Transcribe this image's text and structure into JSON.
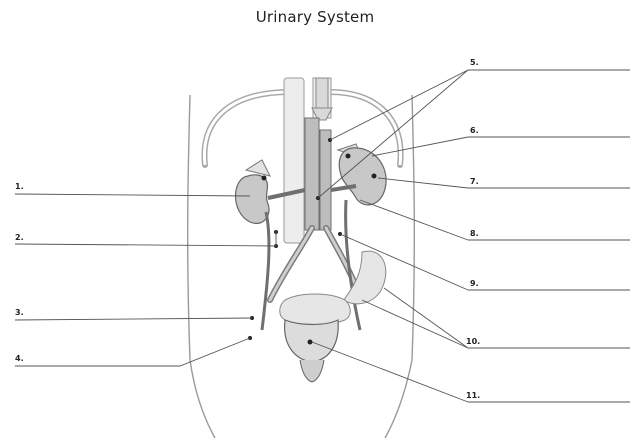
{
  "title": "Urinary System",
  "labels": {
    "n1": "1.",
    "n2": "2.",
    "n3": "3.",
    "n4": "4.",
    "n5": "5.",
    "n6": "6.",
    "n7": "7.",
    "n8": "8.",
    "n9": "9.",
    "n10": "10.",
    "n11": "11."
  },
  "footer": "",
  "colors": {
    "line": "#555555",
    "kidney": "#c8c8c8",
    "body_outline": "#9a9a9a",
    "vessel": "#8f8f8f"
  }
}
